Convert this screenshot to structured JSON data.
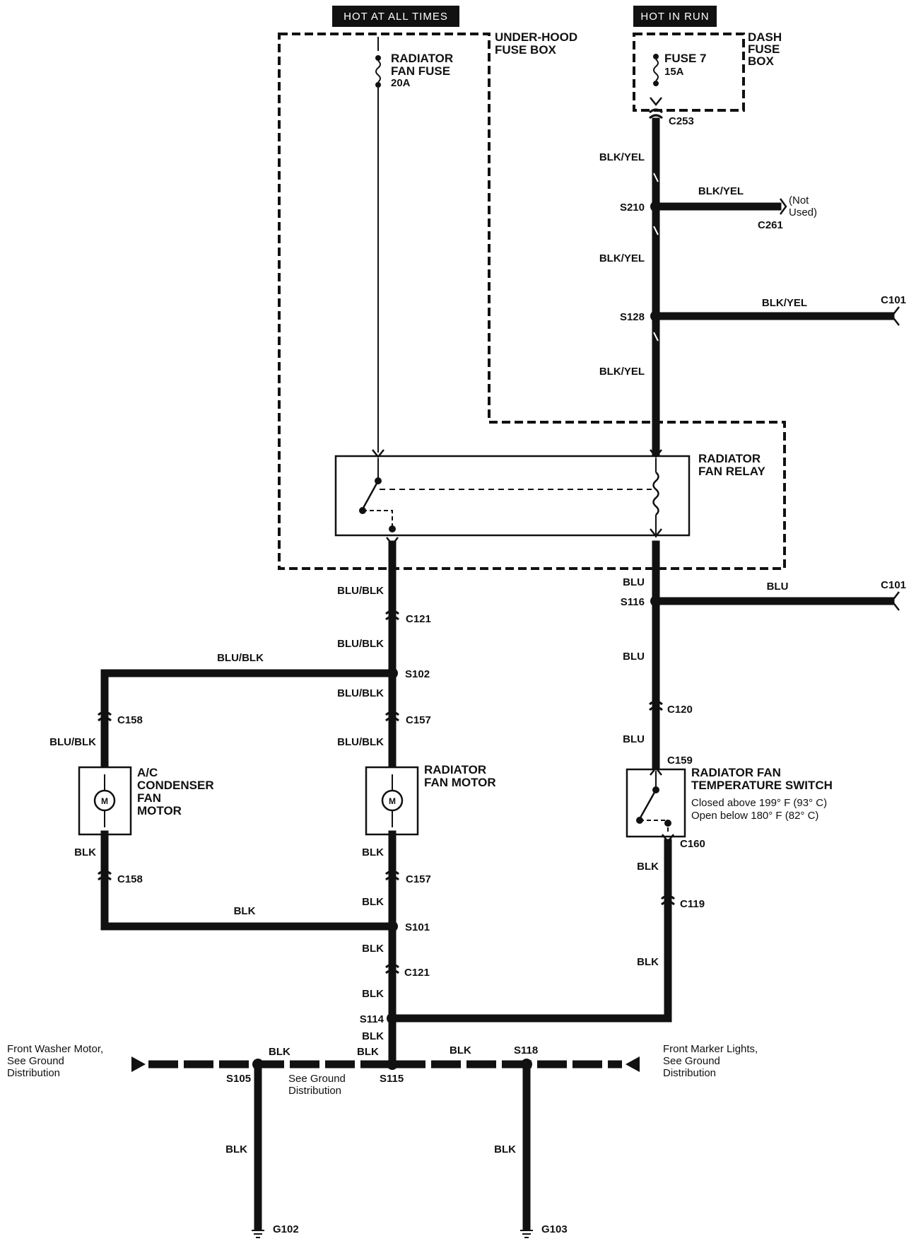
{
  "power": {
    "hot_all_times": "HOT AT ALL TIMES",
    "hot_in_run": "HOT IN RUN"
  },
  "boxes": {
    "under_hood": [
      "UNDER-HOOD",
      "FUSE BOX"
    ],
    "dash": [
      "DASH",
      "FUSE",
      "BOX"
    ]
  },
  "fuses": {
    "radiator": {
      "name": [
        "RADIATOR",
        "FAN FUSE"
      ],
      "rating": "20A"
    },
    "fuse7": {
      "name": "FUSE 7",
      "rating": "15A"
    }
  },
  "relay": {
    "name": [
      "RADIATOR",
      "FAN RELAY"
    ]
  },
  "components": {
    "ac_motor": [
      "A/C",
      "CONDENSER",
      "FAN",
      "MOTOR"
    ],
    "rad_motor": [
      "RADIATOR",
      "FAN MOTOR"
    ],
    "motor_symbol": "M",
    "temp_switch": {
      "name": [
        "RADIATOR FAN",
        "TEMPERATURE SWITCH"
      ],
      "closed": "Closed above 199° F (93° C)",
      "open": "Open below 180° F (82° C)"
    }
  },
  "connectors": {
    "c253": "C253",
    "c261": "C261",
    "c101": "C101",
    "c121": "C121",
    "c158": "C158",
    "c157": "C157",
    "c120": "C120",
    "c159": "C159",
    "c160": "C160",
    "c119": "C119"
  },
  "splices": {
    "s210": "S210",
    "s128": "S128",
    "s116": "S116",
    "s102": "S102",
    "s101": "S101",
    "s114": "S114",
    "s115": "S115",
    "s105": "S105",
    "s118": "S118"
  },
  "grounds": {
    "g102": "G102",
    "g103": "G103"
  },
  "wires": {
    "blk_yel": "BLK/YEL",
    "blu_blk": "BLU/BLK",
    "blu": "BLU",
    "blk": "BLK"
  },
  "notes": {
    "not_used": [
      "(Not",
      "Used)"
    ],
    "front_washer": [
      "Front Washer Motor,",
      "See Ground",
      "Distribution"
    ],
    "see_ground": [
      "See Ground",
      "Distribution"
    ],
    "front_marker": [
      "Front Marker Lights,",
      "See Ground",
      "Distribution"
    ]
  }
}
